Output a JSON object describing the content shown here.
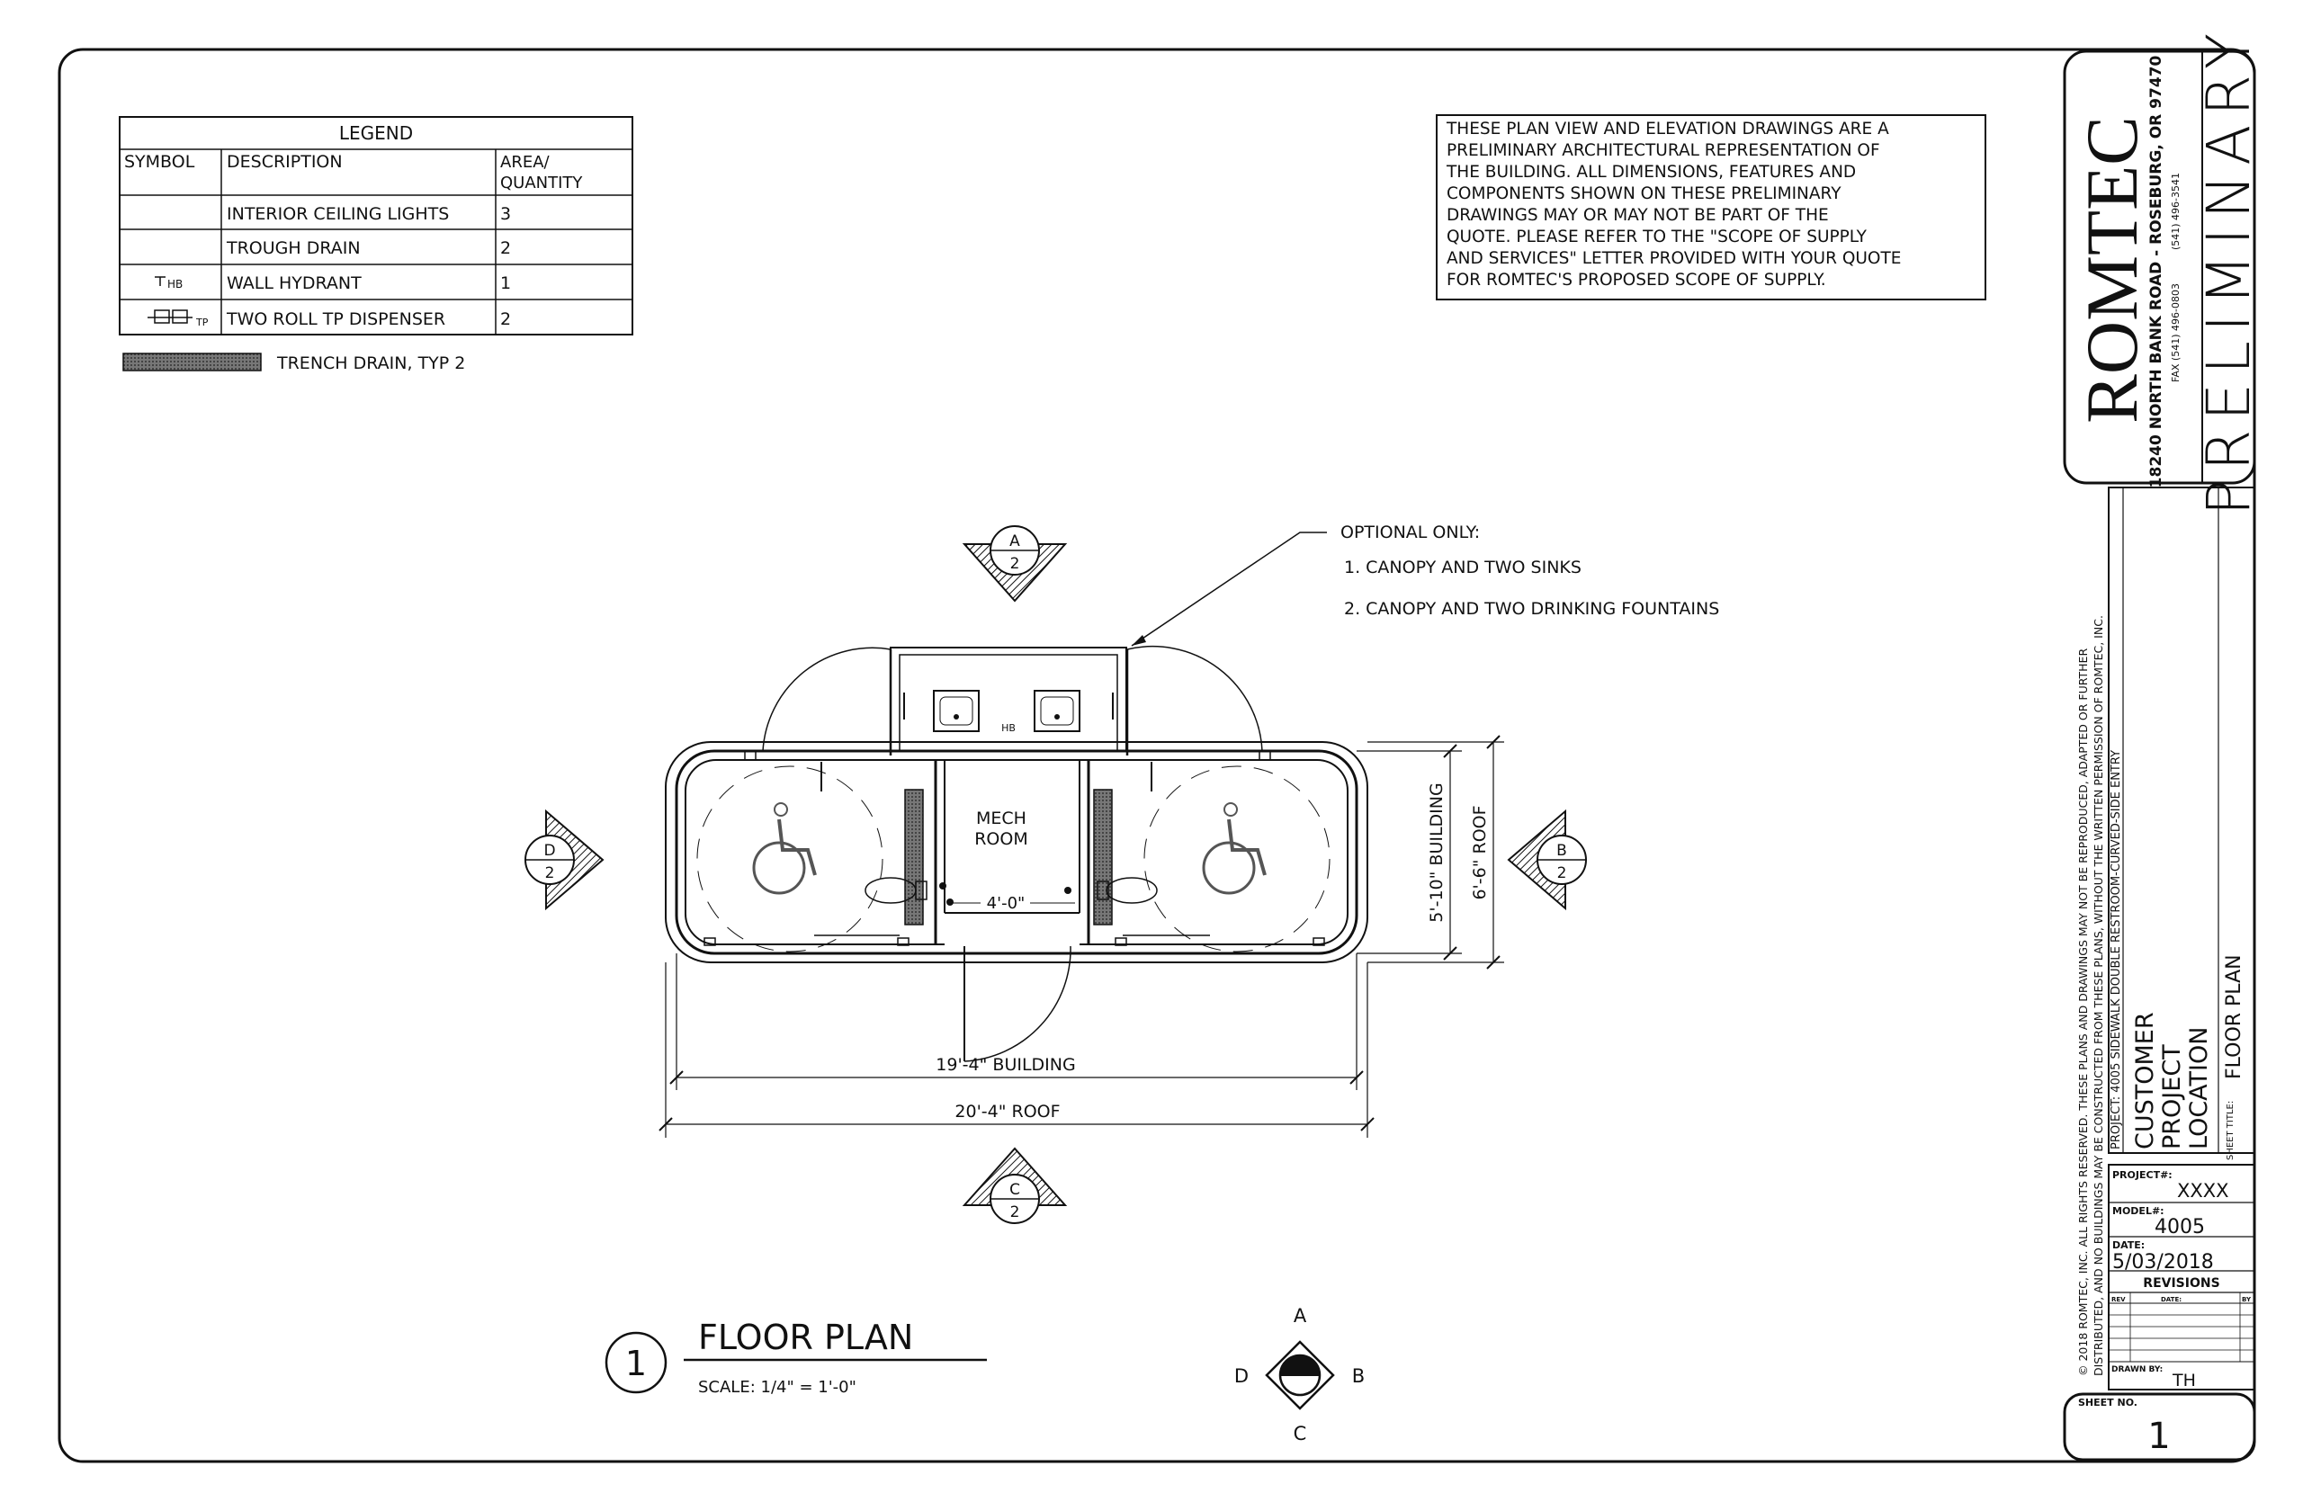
{
  "legend": {
    "title": "LEGEND",
    "headers": [
      "SYMBOL",
      "DESCRIPTION",
      "AREA/",
      "QUANTITY"
    ],
    "rows": [
      {
        "symbol": "",
        "description": "INTERIOR CEILING LIGHTS",
        "quantity": "3"
      },
      {
        "symbol": "",
        "description": "TROUGH DRAIN",
        "quantity": "2"
      },
      {
        "symbol": "HB",
        "description": "WALL HYDRANT",
        "quantity": "1"
      },
      {
        "symbol": "TP",
        "description": "TWO ROLL TP DISPENSER",
        "quantity": "2"
      }
    ],
    "trench_label": "TRENCH DRAIN, TYP 2"
  },
  "disclaimer": [
    "THESE PLAN VIEW AND ELEVATION DRAWINGS ARE A",
    "PRELIMINARY ARCHITECTURAL REPRESENTATION OF",
    "THE BUILDING. ALL DIMENSIONS, FEATURES AND",
    "COMPONENTS SHOWN ON THESE PRELIMINARY",
    "DRAWINGS MAY OR MAY NOT BE PART OF THE",
    "QUOTE. PLEASE REFER TO THE \"SCOPE OF SUPPLY",
    "AND SERVICES\" LETTER PROVIDED WITH YOUR QUOTE",
    "FOR ROMTEC'S PROPOSED SCOPE OF SUPPLY."
  ],
  "notes": {
    "title": "OPTIONAL ONLY:",
    "items": [
      "1. CANOPY AND TWO SINKS",
      "2. CANOPY AND TWO DRINKING FOUNTAINS"
    ]
  },
  "plan": {
    "mech_room_line1": "MECH",
    "mech_room_line2": "ROOM",
    "hb_label": "HB",
    "mech_width": "4'-0\"",
    "building_width": "19'-4\" BUILDING",
    "roof_width": "20'-4\" ROOF",
    "building_depth": "5'-10\" BUILDING",
    "roof_depth": "6'-6\" ROOF"
  },
  "sections": [
    {
      "letter": "A",
      "sheet": "2"
    },
    {
      "letter": "B",
      "sheet": "2"
    },
    {
      "letter": "C",
      "sheet": "2"
    },
    {
      "letter": "D",
      "sheet": "2"
    }
  ],
  "compass": {
    "n": "A",
    "e": "B",
    "s": "C",
    "w": "D"
  },
  "title_block": {
    "drawing_number": "1",
    "drawing_title": "FLOOR PLAN",
    "scale": "SCALE: 1/4\" = 1'-0\"",
    "company": "ROMTEC",
    "address": "18240 NORTH BANK ROAD - ROSEBURG, OR 97470",
    "phone": "(541) 496-3541",
    "fax": "FAX (541) 496-0803",
    "stamp": "PRELIMINARY",
    "copyright_line1": "© 2018 ROMTEC, INC. ALL RIGHTS RESERVED. THESE PLANS AND DRAWINGS MAY NOT BE REPRODUCED, ADAPTED OR FURTHER",
    "copyright_line2": "DISTRIBUTED, AND NO BUILDINGS MAY BE CONSTRUCTED FROM THESE PLANS, WITHOUT THE WRITTEN PERMISSION OF ROMTEC, INC.",
    "project_label": "PROJECT: 4005 SIDEWALK DOUBLE RESTROOM-CURVED-SIDE ENTRY",
    "customer": "CUSTOMER",
    "project": "PROJECT",
    "location": "LOCATION",
    "sheet_title_label": "SHEET TITLE:",
    "sheet_title": "FLOOR PLAN",
    "project_no_label": "PROJECT#:",
    "project_no": "XXXX",
    "model_label": "MODEL#:",
    "model": "4005",
    "date_label": "DATE:",
    "date": "5/03/2018",
    "revisions": "REVISIONS",
    "rev_headers": [
      "REV",
      "DATE:",
      "BY"
    ],
    "drawn_by_label": "DRAWN BY:",
    "drawn_by": "TH",
    "sheet_no_label": "SHEET NO.",
    "sheet_no": "1"
  }
}
